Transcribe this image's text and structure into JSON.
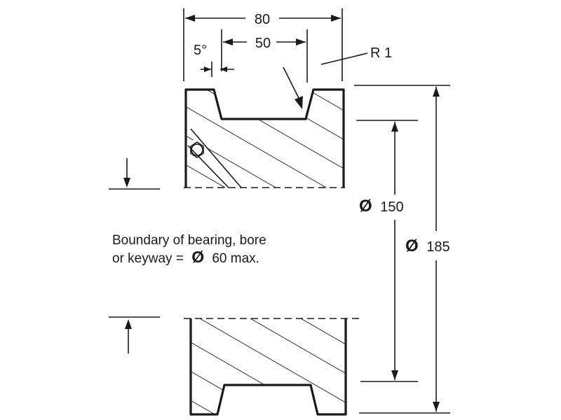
{
  "dimensions": {
    "overall_width": "80",
    "groove_width": "50",
    "draft_angle": "5°",
    "corner_radius": "R 1",
    "groove_diameter_symbol": "Ø",
    "groove_diameter": "150",
    "outer_diameter_symbol": "Ø",
    "outer_diameter": "185"
  },
  "note": {
    "line1": "Boundary of bearing, bore",
    "line2_prefix": "or keyway =",
    "line2_symbol": "Ø",
    "line2_suffix": "60 max."
  }
}
